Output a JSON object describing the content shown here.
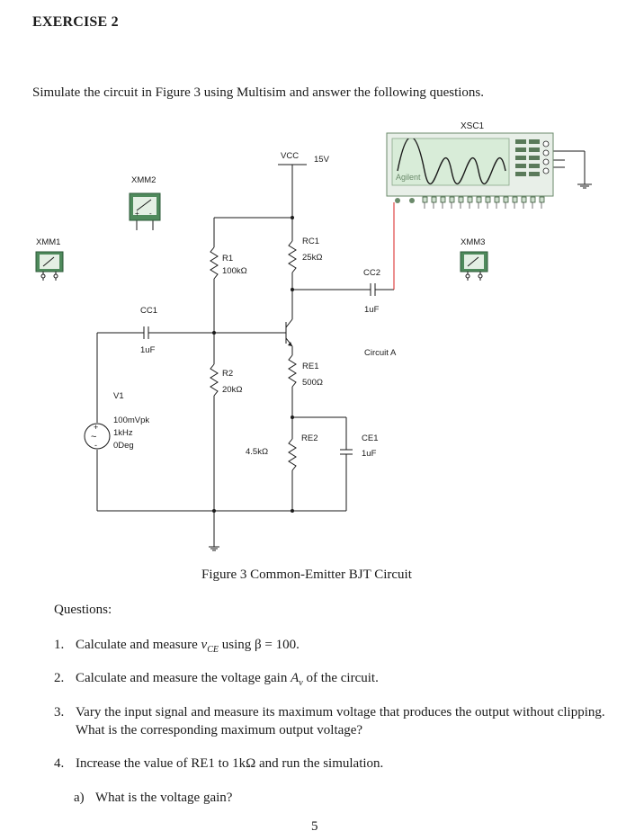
{
  "header": {
    "title": "EXERCISE 2"
  },
  "intro": "Simulate the circuit in Figure 3 using Multisim and answer the following questions.",
  "circuit": {
    "instruments": {
      "oscilloscope": "XSC1",
      "oscilloscope_brand": "Agilent",
      "multimeter_left": "XMM1",
      "multimeter_mid": "XMM2",
      "multimeter_right": "XMM3"
    },
    "supply": {
      "name": "VCC",
      "value": "15V"
    },
    "source": {
      "name": "V1",
      "amplitude": "100mVpk",
      "frequency": "1kHz",
      "phase": "0Deg"
    },
    "components": {
      "cc1_name": "CC1",
      "cc1_value": "1uF",
      "r1_name": "R1",
      "r1_value": "100kΩ",
      "r2_name": "R2",
      "r2_value": "20kΩ",
      "rc1_name": "RC1",
      "rc1_value": "25kΩ",
      "cc2_name": "CC2",
      "cc2_value": "1uF",
      "re1_name": "RE1",
      "re1_value": "500Ω",
      "re2_name": "RE2",
      "re2_value": "4.5kΩ",
      "ce1_name": "CE1",
      "ce1_value": "1uF"
    },
    "circuit_label": "Circuit A"
  },
  "figure_caption": "Figure 3 Common-Emitter BJT Circuit",
  "questions_heading": "Questions:",
  "questions": [
    {
      "num": "1.",
      "pre": "Calculate and measure ",
      "var": "v",
      "sub": "CE",
      "post": " using β = 100."
    },
    {
      "num": "2.",
      "pre": "Calculate and measure the voltage gain ",
      "var": "A",
      "sub": "v",
      "post": " of the circuit."
    },
    {
      "num": "3.",
      "text": "Vary the input signal and measure its maximum voltage that produces the output without clipping.  What is the corresponding maximum output voltage?"
    },
    {
      "num": "4.",
      "text": "Increase the value of RE1 to 1kΩ and run the simulation."
    }
  ],
  "subquestion": {
    "num": "a)",
    "text": "What is the voltage gain?"
  },
  "page_number": "5",
  "colors": {
    "ink": "#1a1a1a",
    "scope_wire": "#d92020",
    "instrument_green": "#3f7a4a",
    "scope_screen": "#d8ecd8"
  }
}
